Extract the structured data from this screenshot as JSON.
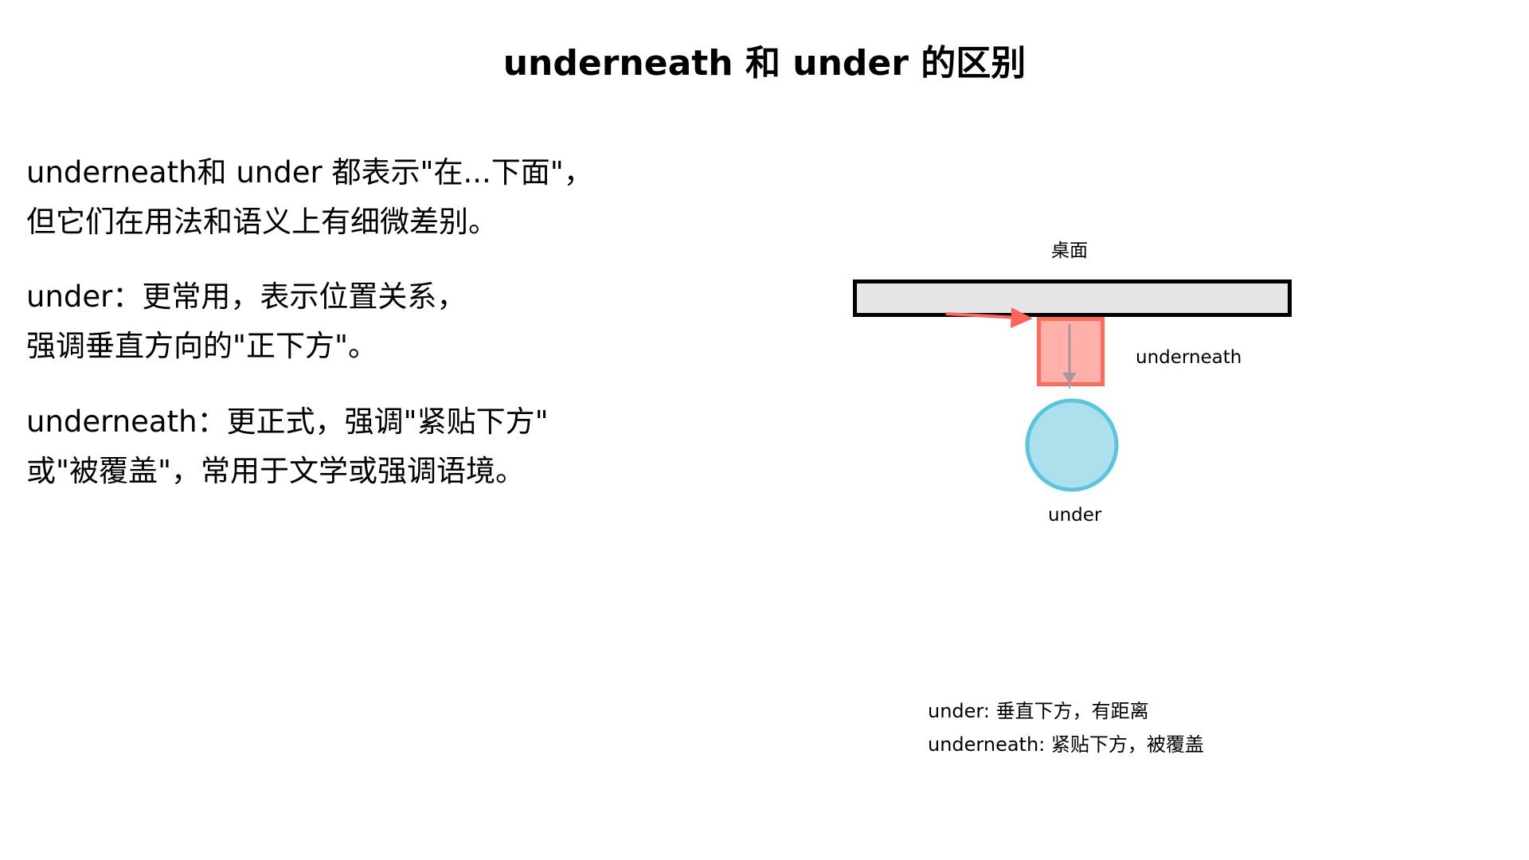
{
  "title": "underneath 和 under 的区别",
  "paragraphs": [
    {
      "lines": [
        "underneath和 under 都表示\"在...下面\"，",
        "但它们在用法和语义上有细微差别。"
      ]
    },
    {
      "lines": [
        "under：更常用，表示位置关系，",
        "强调垂直方向的\"正下方\"。"
      ]
    },
    {
      "lines": [
        "underneath：更正式，强调\"紧贴下方\"",
        "或\"被覆盖\"，常用于文学或强调语境。"
      ]
    }
  ],
  "diagram": {
    "table_label": "桌面",
    "underneath_label": "underneath",
    "under_label": "under",
    "colors": {
      "table_fill": "#e6e6e6",
      "table_stroke": "#000000",
      "underneath_fill": "#ffb0aa",
      "underneath_stroke": "#ff6b5b",
      "under_fill": "#abe0ec",
      "under_stroke": "#5bc4df",
      "pointer_arrow": "#ff6459",
      "gravity_arrow": "#a8989e"
    }
  },
  "legend": {
    "items": [
      "under: 垂直下方，有距离",
      "underneath: 紧贴下方，被覆盖"
    ]
  }
}
